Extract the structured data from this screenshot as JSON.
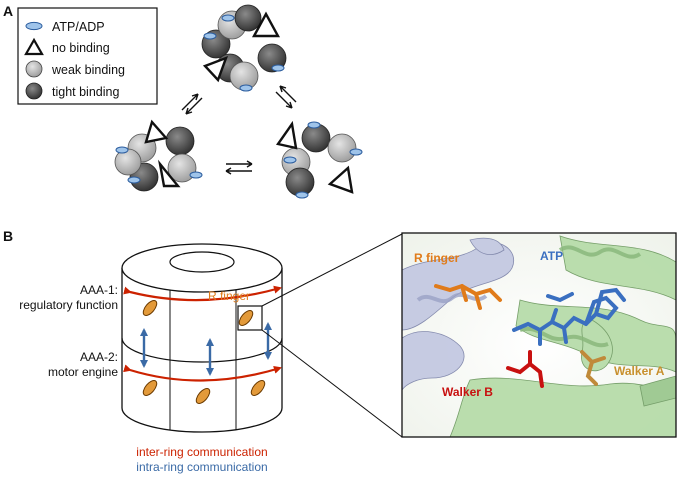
{
  "panel_a": {
    "label": "A",
    "legend": [
      {
        "symbol": "atp-adp",
        "text": "ATP/ADP"
      },
      {
        "symbol": "triangle",
        "text": "no binding"
      },
      {
        "symbol": "light-circle",
        "text": "weak binding"
      },
      {
        "symbol": "dark-circle",
        "text": "tight binding"
      }
    ]
  },
  "panel_b": {
    "label": "B",
    "left_labels": {
      "aaa1_line1": "AAA-1:",
      "aaa1_line2": "regulatory function",
      "aaa2_line1": "AAA-2:",
      "aaa2_line2": "motor engine"
    },
    "r_finger_label": "R finger",
    "legend_inter": "inter-ring communication",
    "legend_intra": "intra-ring communication",
    "structure_labels": {
      "r_finger": "R finger",
      "atp": "ATP",
      "walker_a": "Walker A",
      "walker_b": "Walker B"
    }
  },
  "colors": {
    "atp_fill": "#9fc4ea",
    "atp_stroke": "#2c5d9e",
    "weak": "#c8c8c8",
    "tight": "#5a5a5a",
    "inter_ring": "#cc2200",
    "intra_ring": "#3a6aa6",
    "r_finger_orange": "#e07b1a",
    "cylinder_fill": "#ffffff",
    "protein_lavender": "#b0b7d6",
    "protein_green": "#a8d29c",
    "atp_blue": "#3a6fc0",
    "walker_b_red": "#c81010",
    "walker_a_tan": "#c08a3a"
  }
}
